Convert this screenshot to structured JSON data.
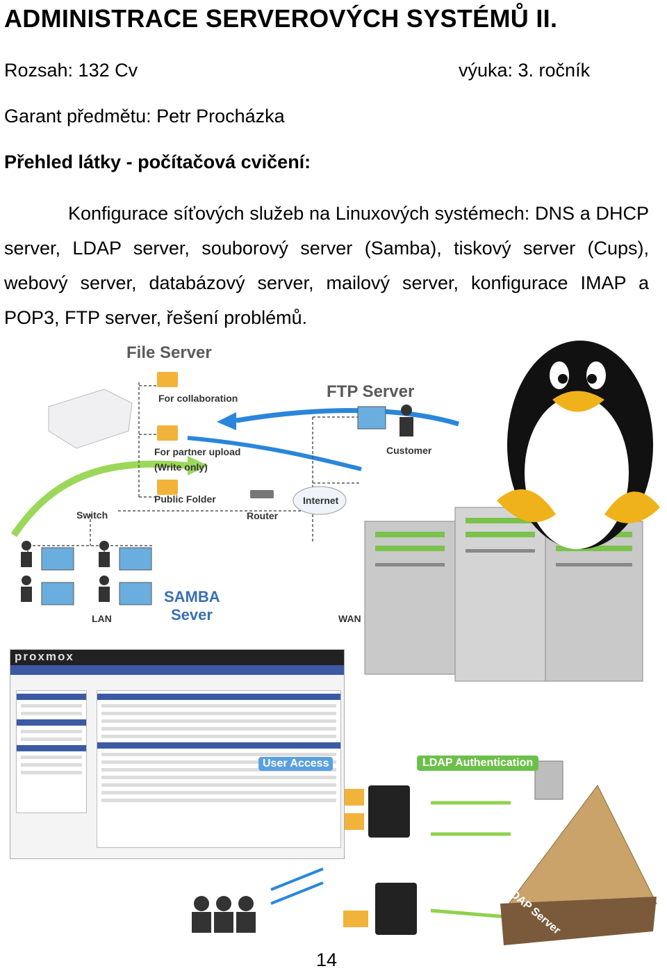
{
  "heading": "ADMINISTRACE SERVEROVÝCH SYSTÉMŮ II.",
  "scope": "Rozsah: 132 Cv",
  "year": "výuka: 3. ročník",
  "guarantor": "Garant předmětu: Petr Procházka",
  "overview_heading": "Přehled látky - počítačová cvičení:",
  "overview_text": "Konfigurace síťových služeb na Linuxových systémech: DNS a DHCP server, LDAP server, souborový server (Samba), tiskový server (Cups), webový server, databázový server, mailový server, konfigurace IMAP a POP3, FTP server, řešení problémů.",
  "figure": {
    "file_server": "File Server",
    "for_collaboration": "For collaboration",
    "for_partner_upload": "For partner upload",
    "write_only": "(Write only)",
    "public_folder": "Public Folder",
    "ftp_server": "FTP Server",
    "customer": "Customer",
    "internet": "Internet",
    "router": "Router",
    "switch": "Switch",
    "samba": "SAMBA",
    "sever": "Sever",
    "lan": "LAN",
    "wan": "WAN",
    "user_access": "User Access",
    "ldap_auth": "LDAP Authentication",
    "ldap_server": "LDAP Server",
    "proxmox": "proxmox"
  },
  "page_number": "14",
  "colors": {
    "text": "#000000",
    "arrow_blue": "#1f7fd6",
    "arrow_green": "#8fd14f",
    "samba_blue": "#3a6fb0",
    "ldap_green": "#6cc04a"
  }
}
